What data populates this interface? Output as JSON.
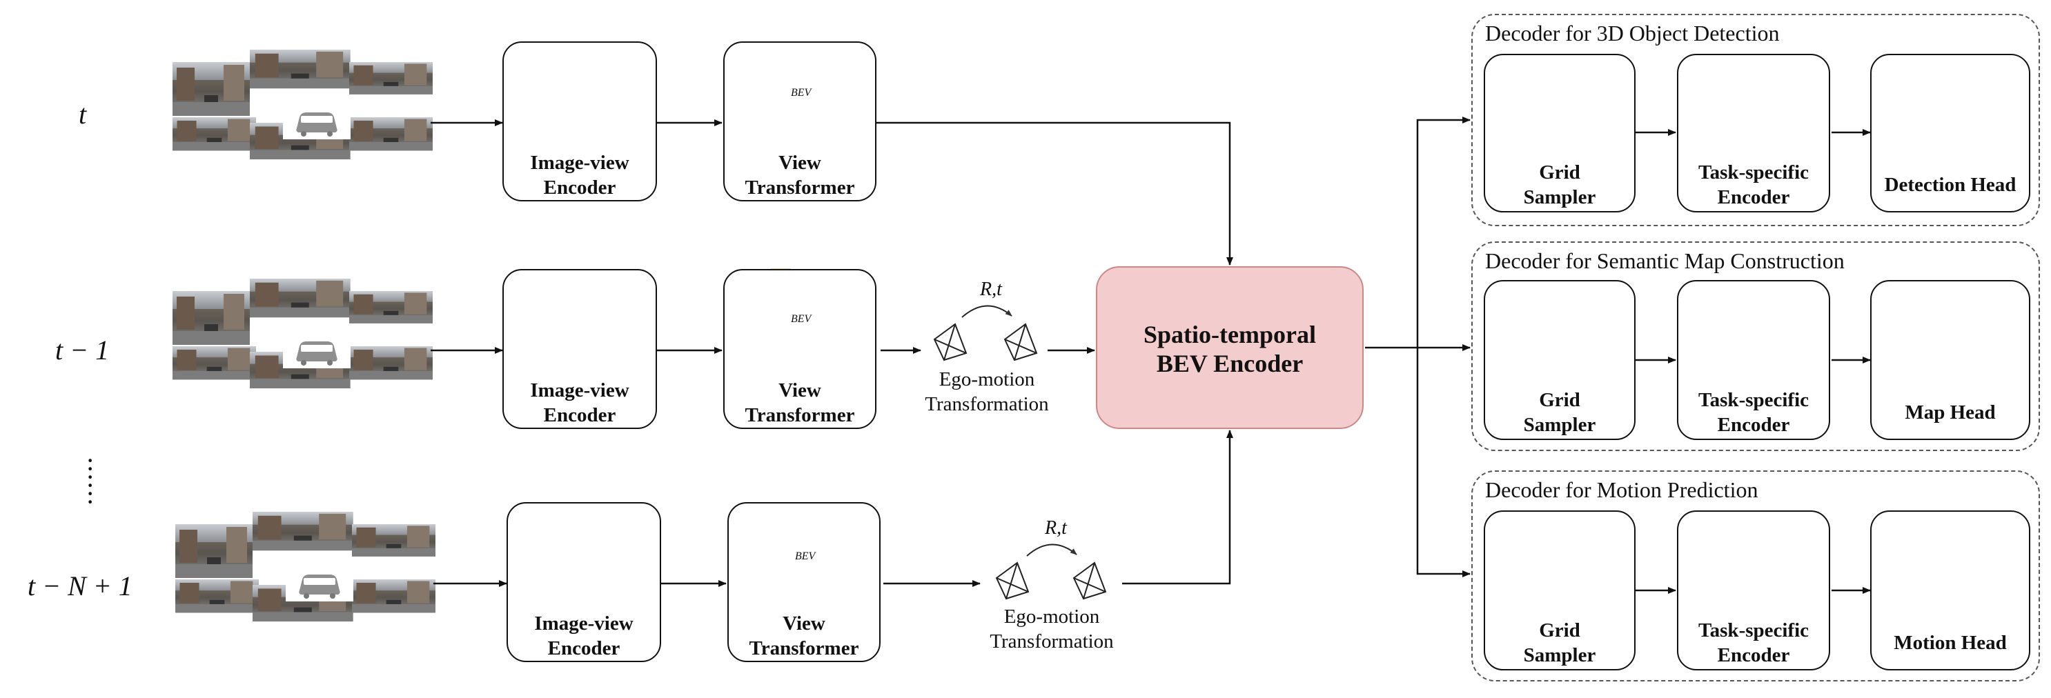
{
  "rows": [
    {
      "time_label": "t",
      "encoder_label": "Image-view\nEncoder",
      "transformer_label": "View\nTransformer",
      "bev_tag": "BEV"
    },
    {
      "time_label": "t − 1",
      "encoder_label": "Image-view\nEncoder",
      "transformer_label": "View\nTransformer",
      "bev_tag": "BEV",
      "motion_label": "Ego-motion\nTransformation",
      "rt_label": "R,t"
    },
    {
      "time_label": "t − N + 1",
      "encoder_label": "Image-view\nEncoder",
      "transformer_label": "View\nTransformer",
      "bev_tag": "BEV",
      "motion_label": "Ego-motion\nTransformation",
      "rt_label": "R,t"
    }
  ],
  "central": {
    "label": "Spatio-temporal\nBEV Encoder"
  },
  "decoders": [
    {
      "title": "Decoder for 3D Object Detection",
      "sampler_label": "Grid\nSampler",
      "encoder_label": "Task-specific\nEncoder",
      "head_label": "Detection Head"
    },
    {
      "title": "Decoder for Semantic Map Construction",
      "sampler_label": "Grid\nSampler",
      "encoder_label": "Task-specific\nEncoder",
      "head_label": "Map Head"
    },
    {
      "title": "Decoder for Motion Prediction",
      "sampler_label": "Grid\nSampler",
      "encoder_label": "Task-specific\nEncoder",
      "head_label": "Motion Head"
    }
  ],
  "colors": {
    "encoder_teal": "#a9dcdc",
    "encoder_purple": "#c5bfdc",
    "bev_pink": "#f1c3c1",
    "grid_blue": "#a9d2ec",
    "central_fill": "#f3cdcd"
  }
}
